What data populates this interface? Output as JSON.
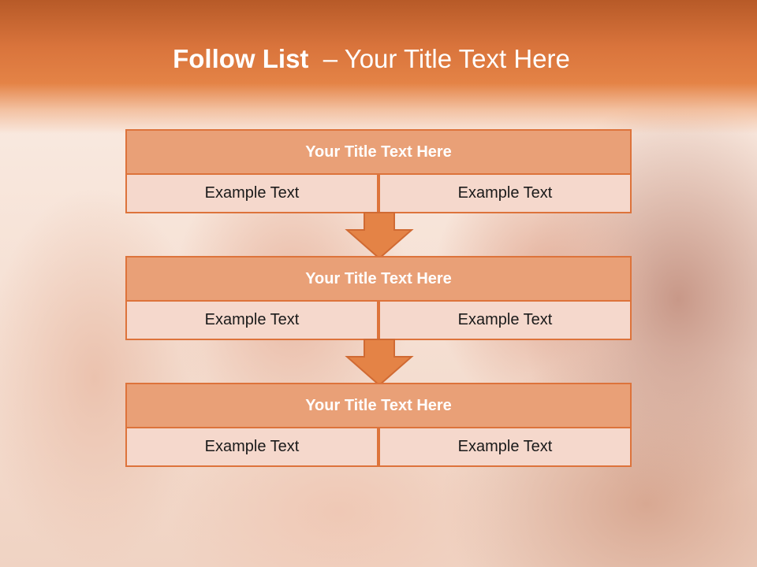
{
  "title": {
    "bold": "Follow List",
    "rest": "– Your Title Text Here"
  },
  "blocks": [
    {
      "heading": "Your Title Text Here",
      "left": "Example Text",
      "right": "Example Text"
    },
    {
      "heading": "Your Title Text Here",
      "left": "Example Text",
      "right": "Example Text"
    },
    {
      "heading": "Your Title Text Here",
      "left": "Example Text",
      "right": "Example Text"
    }
  ],
  "colors": {
    "accent": "#dd733b",
    "heading_fill": "#e9a077",
    "cell_fill": "#f5d8cc",
    "header_band": "#d9743c"
  },
  "icons": [
    "down-arrow-icon",
    "down-arrow-icon"
  ]
}
